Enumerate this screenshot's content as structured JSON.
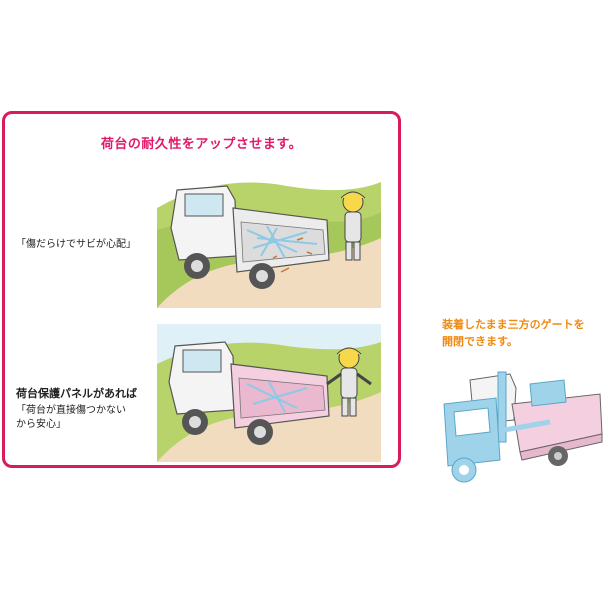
{
  "panel": {
    "title": "荷台の耐久性をアップさせます。",
    "scene1_caption": "「傷だらけでサビが心配」",
    "scene2_heading": "荷台保護パネルがあれば",
    "scene2_caption_line1": "「荷台が直接傷つかない",
    "scene2_caption_line2": "から安心」"
  },
  "side": {
    "line1": "装着したまま三方のゲートを",
    "line2": "開閉できます。"
  },
  "colors": {
    "frame": "#d81b5a",
    "title": "#e2186a",
    "side_text": "#f08a13",
    "panel_pink": "#f3cfe0",
    "forklift_blue": "#9fd3ea",
    "grass": "#b8d36a",
    "sky": "#dff1f7",
    "road": "#f2dcc0"
  }
}
